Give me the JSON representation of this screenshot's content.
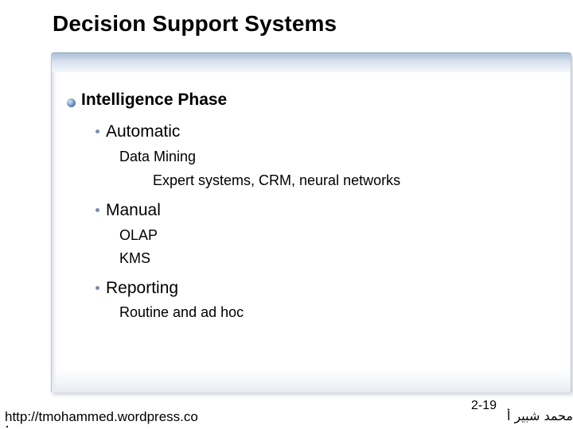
{
  "title": "Decision Support Systems",
  "content": {
    "heading": "Intelligence Phase",
    "items": [
      {
        "label": "Automatic",
        "details": [
          "Data Mining",
          "Expert systems, CRM, neural networks"
        ]
      },
      {
        "label": "Manual",
        "details": [
          "OLAP",
          "KMS"
        ]
      },
      {
        "label": "Reporting",
        "details": [
          "Routine and ad hoc"
        ]
      }
    ]
  },
  "footer": {
    "url": "http://tmohammed.wordpress.co",
    "slide_number": "2-19",
    "author": "محمد شبير أ"
  },
  "colors": {
    "header_gradient_top": "#aebfd6",
    "bullet_blue": "#6b8fbf",
    "sub_bullet": "#7a8ea8"
  }
}
